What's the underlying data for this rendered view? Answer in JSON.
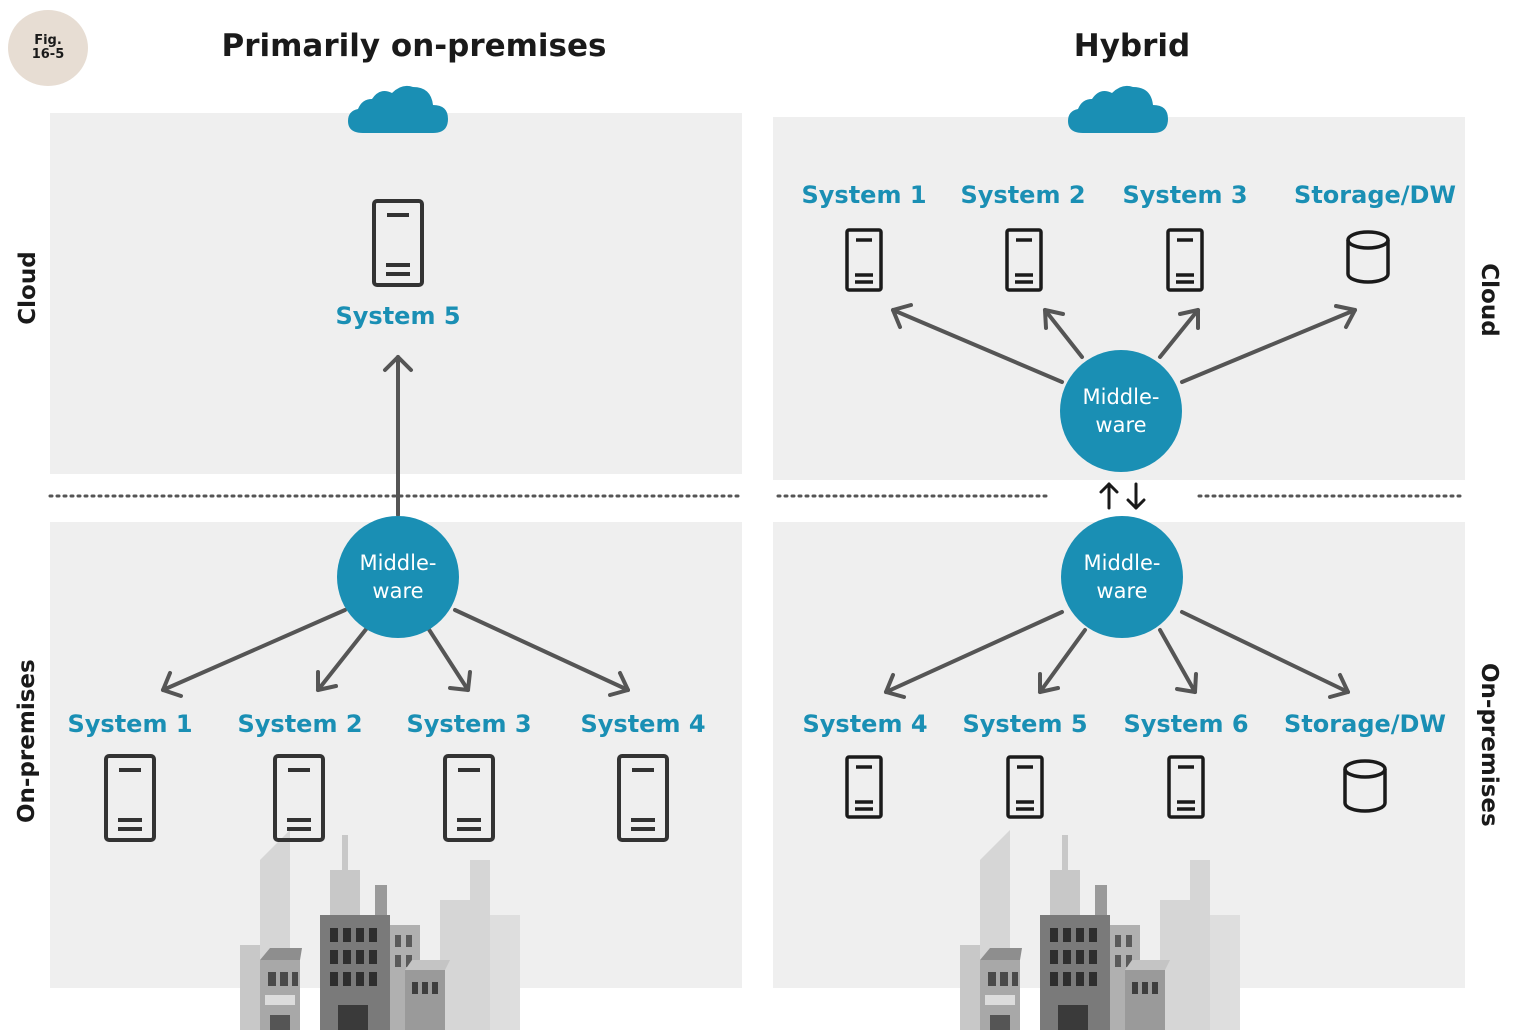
{
  "figure": {
    "badge_line1": "Fig.",
    "badge_line2": "16-5"
  },
  "left": {
    "title": "Primarily on-premises",
    "zone_cloud": "Cloud",
    "zone_onprem": "On-premises",
    "cloud_system": "System 5",
    "middleware_line1": "Middle-",
    "middleware_line2": "ware",
    "onprem_systems": [
      "System 1",
      "System 2",
      "System 3",
      "System 4"
    ]
  },
  "right": {
    "title": "Hybrid",
    "zone_cloud": "Cloud",
    "zone_onprem": "On-premises",
    "cloud_systems": [
      "System 1",
      "System 2",
      "System 3",
      "Storage/DW"
    ],
    "cloud_middleware_line1": "Middle-",
    "cloud_middleware_line2": "ware",
    "onprem_middleware_line1": "Middle-",
    "onprem_middleware_line2": "ware",
    "onprem_systems": [
      "System 4",
      "System 5",
      "System 6",
      "Storage/DW"
    ]
  },
  "colors": {
    "accent": "#1a8fb4",
    "panel": "#efefef",
    "arrow": "#555555",
    "badge": "#e7ddd3"
  },
  "icons": [
    "cloud-icon",
    "server-icon",
    "database-icon",
    "city-buildings-icon"
  ]
}
